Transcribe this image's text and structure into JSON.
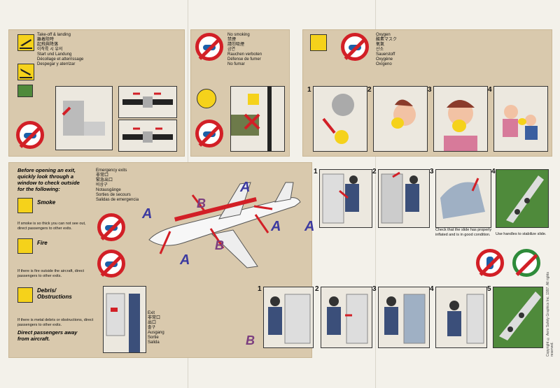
{
  "takeoff": {
    "en": "Take-off & landing",
    "zh": "離着陸時",
    "zh2": "起飛與降落",
    "ko": "이착륙 시 유의",
    "de": "Start und Landung",
    "fr": "Décollage et atterrissage",
    "es": "Despegar y aterrizar"
  },
  "nosmoking": {
    "en": "No smoking",
    "ja": "禁煙",
    "zh": "請勿吸煙",
    "ko": "금연",
    "de": "Rauchen verboten",
    "fr": "Défense de fumer",
    "es": "No fumar"
  },
  "oxygen": {
    "en": "Oxygen",
    "ja": "酸素マスク",
    "zh": "氧氣",
    "ko": "산소",
    "de": "Sauerstoff",
    "fr": "Oxygène",
    "es": "Oxígeno"
  },
  "oxygen_steps": [
    "1",
    "2",
    "3",
    "4"
  ],
  "before_exit": "Before opening an exit, quickly look through a window to check outside for the following:",
  "smoke": {
    "title": "Smoke",
    "text": "If smoke is so thick you can not see out, direct passengers to other exits."
  },
  "fire": {
    "title": "Fire",
    "text": "If there is fire outside the aircraft, direct passengers to other exits."
  },
  "debris": {
    "title": "Debris/ Obstructions",
    "text": "If there is metal debris or obstructions, direct passengers to other exits."
  },
  "direct_away": "Direct passengers away from aircraft.",
  "emergency_exits": {
    "en": "Emergency exits",
    "ja": "非常口",
    "zh": "緊急出口",
    "ko": "비상구",
    "de": "Notausgänge",
    "fr": "Sorties de secours",
    "es": "Salidas de emergencia"
  },
  "exit": {
    "en": "Exit",
    "ja": "非常口",
    "zh": "出口",
    "ko": "출구",
    "de": "Ausgang",
    "fr": "Sortie",
    "es": "Salida"
  },
  "letters": {
    "a": "A",
    "b": "B"
  },
  "a_steps": [
    "1",
    "2",
    "3",
    "4"
  ],
  "b_steps": [
    "1",
    "2",
    "3",
    "4",
    "5"
  ],
  "slide_check": "Check that the slide has properly inflated and is in good condition.",
  "handles": "Use handles to stabilize slide.",
  "copyright": "Copyright © Aero Safety Graphics Inc. 1997. All rights reserved.",
  "colors": {
    "panel": "#d9c9ad",
    "red": "#d21f26",
    "blue": "#1b5fa8",
    "yellow": "#f5d21b",
    "letterA": "#3c3aa0",
    "letterB": "#7b3d7f"
  }
}
